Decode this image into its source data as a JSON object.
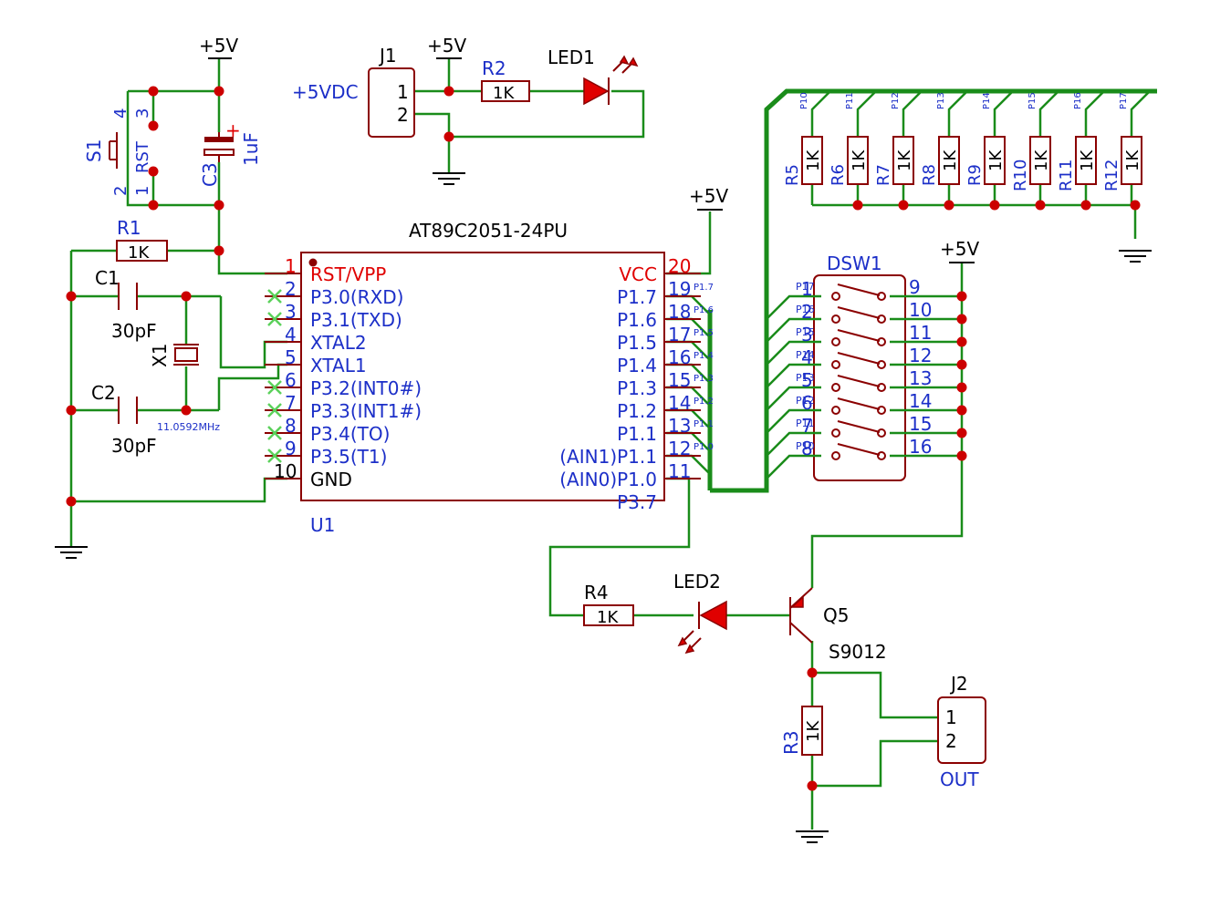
{
  "power_labels": {
    "top_left": "+5V",
    "j1": "+5V",
    "vcc_pin": "+5V",
    "dsw": "+5V",
    "supply_input": "+5VDC"
  },
  "mcu": {
    "name": "AT89C2051-24PU",
    "ref": "U1",
    "pins_left": [
      {
        "num": "1",
        "name": "RST/VPP"
      },
      {
        "num": "2",
        "name": "P3.0(RXD)"
      },
      {
        "num": "3",
        "name": "P3.1(TXD)"
      },
      {
        "num": "4",
        "name": "XTAL2"
      },
      {
        "num": "5",
        "name": "XTAL1"
      },
      {
        "num": "6",
        "name": "P3.2(INT0#)"
      },
      {
        "num": "7",
        "name": "P3.3(INT1#)"
      },
      {
        "num": "8",
        "name": "P3.4(TO)"
      },
      {
        "num": "9",
        "name": "P3.5(T1)"
      },
      {
        "num": "10",
        "name": "GND"
      }
    ],
    "pins_right": [
      {
        "num": "20",
        "name": "VCC",
        "net": ""
      },
      {
        "num": "19",
        "name": "P1.7",
        "net": "P1.7"
      },
      {
        "num": "18",
        "name": "P1.6",
        "net": "P1.6"
      },
      {
        "num": "17",
        "name": "P1.5",
        "net": "P1.5"
      },
      {
        "num": "16",
        "name": "P1.4",
        "net": "P1.4"
      },
      {
        "num": "15",
        "name": "P1.3",
        "net": "P1.3"
      },
      {
        "num": "14",
        "name": "P1.2",
        "net": "P1.2"
      },
      {
        "num": "13",
        "name": "P1.1",
        "net": "P1.1"
      },
      {
        "num": "12",
        "name": "(AIN1)P1.1",
        "net": "P1.0"
      },
      {
        "num": "11",
        "name": "(AIN0)P1.0",
        "net": ""
      }
    ],
    "pin_11_name": "P3.7"
  },
  "reset": {
    "switch_ref": "S1",
    "switch_label": "RST",
    "switch_pins": [
      "4",
      "3",
      "2",
      "1"
    ],
    "cap_ref": "C3",
    "cap_value": "1uF",
    "res_ref": "R1",
    "res_value": "1K"
  },
  "crystal": {
    "c1_ref": "C1",
    "c1_value": "30pF",
    "c2_ref": "C2",
    "c2_value": "30pF",
    "x_ref": "X1",
    "x_freq": "11.0592MHz"
  },
  "power_in": {
    "conn_ref": "J1",
    "pins": [
      "1",
      "2"
    ],
    "res_ref": "R2",
    "res_value": "1K",
    "led_ref": "LED1"
  },
  "pullups": {
    "refs": [
      "R5",
      "R6",
      "R7",
      "R8",
      "R9",
      "R10",
      "R11",
      "R12"
    ],
    "value": "1K",
    "nets": [
      "P10",
      "P11",
      "P12",
      "P13",
      "P14",
      "P15",
      "P16",
      "P17"
    ]
  },
  "dipswitch": {
    "ref": "DSW1",
    "left_pins": [
      "1",
      "2",
      "3",
      "4",
      "5",
      "6",
      "7",
      "8"
    ],
    "right_pins": [
      "9",
      "10",
      "11",
      "12",
      "13",
      "14",
      "15",
      "16"
    ],
    "nets": [
      "P17",
      "P16",
      "P15",
      "P14",
      "P13",
      "P12",
      "P11",
      "P10"
    ]
  },
  "output": {
    "r4_ref": "R4",
    "r4_value": "1K",
    "led2_ref": "LED2",
    "q_ref": "Q5",
    "q_part": "S9012",
    "r3_ref": "R3",
    "r3_value": "1K",
    "conn_ref": "J2",
    "conn_pins": [
      "1",
      "2"
    ],
    "conn_label": "OUT"
  },
  "colors": {
    "wire": "#1a8c1a",
    "component": "#8b0000",
    "label": "#1c2fc8",
    "highlight": "#e00000"
  }
}
